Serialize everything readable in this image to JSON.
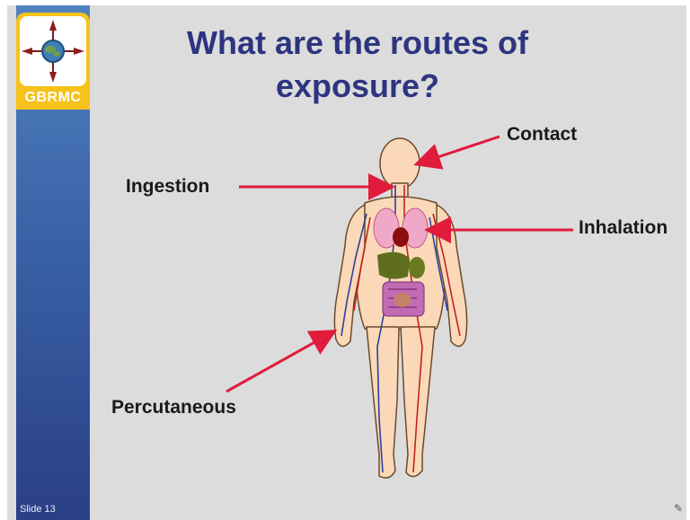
{
  "title": "What are the routes of exposure?",
  "logo": {
    "text": "GBRMC",
    "icon": "compass-icon"
  },
  "footer": {
    "slide_label": "Slide 13"
  },
  "labels": {
    "contact": "Contact",
    "ingestion": "Ingestion",
    "inhalation": "Inhalation",
    "percutaneous": "Percutaneous"
  },
  "colors": {
    "arrow": "#e01b3c",
    "title": "#2d3580",
    "logo_bg": "#f6c21b",
    "sidebar": "#3a62a8"
  },
  "figure": {
    "description_icon": "human-body-icon"
  }
}
